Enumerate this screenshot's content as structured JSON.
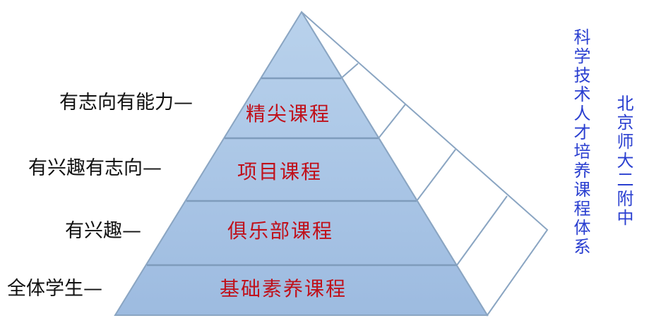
{
  "layers": [
    {
      "label": "",
      "course": ""
    },
    {
      "label": "有志向有能力—",
      "course": "精尖课程"
    },
    {
      "label": "有兴趣有志向—",
      "course": "项目课程"
    },
    {
      "label": "有兴趣—",
      "course": "俱乐部课程"
    },
    {
      "label": "全体学生—",
      "course": "基础素养课程"
    }
  ],
  "side_title_1": "科学技术人才培养课程体系",
  "side_title_2": "北京师大二附中",
  "colors": {
    "fill": "#a9c4e4",
    "stroke": "#7f9cbc",
    "course_text": "#c0101a",
    "side_text": "#2a3fd0"
  }
}
